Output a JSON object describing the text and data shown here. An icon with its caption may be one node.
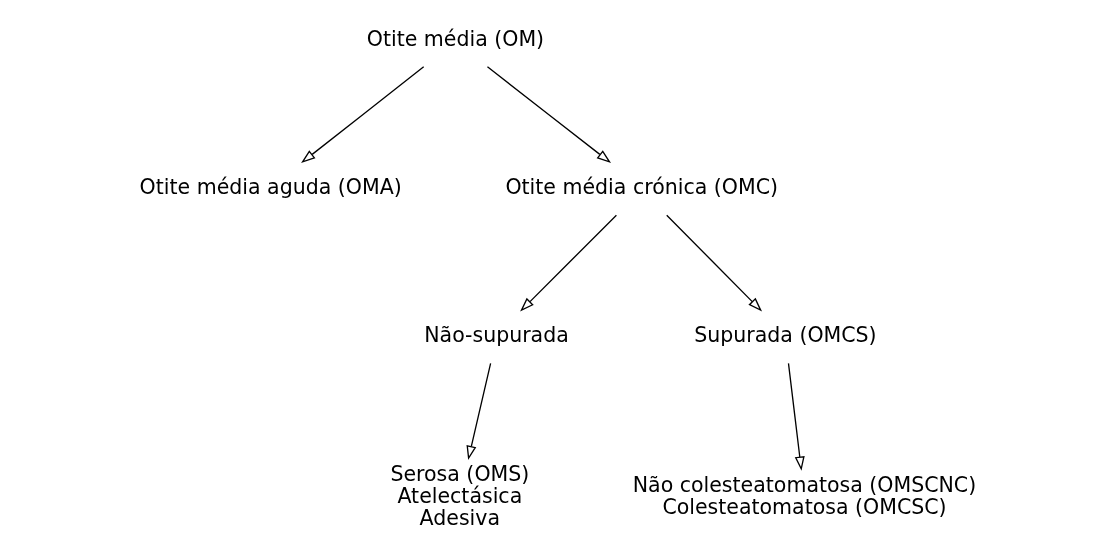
{
  "diagram": {
    "nodes": [
      {
        "text": [
          "Otite média (OM)"
        ]
      },
      {
        "text": [
          "Otite média aguda (OMA)"
        ]
      },
      {
        "text": [
          "Otite média crónica (OMC)"
        ]
      },
      {
        "text": [
          "Não-supurada"
        ]
      },
      {
        "text": [
          "Supurada (OMCS)"
        ]
      },
      {
        "text": [
          "Serosa (OMS)",
          "Atelectásica",
          "Adesiva"
        ]
      },
      {
        "text": [
          "Não colesteatomatosa (OMSCNC)",
          "Colesteatomatosa (OMCSC)"
        ]
      }
    ],
    "edges": [
      {
        "from": 0,
        "to": 1,
        "arrow": "to"
      },
      {
        "from": 0,
        "to": 2,
        "arrow": "to"
      },
      {
        "from": 2,
        "to": 3,
        "arrow": "to"
      },
      {
        "from": 2,
        "to": 4,
        "arrow": "to"
      },
      {
        "from": 3,
        "to": 5,
        "arrow": "to"
      },
      {
        "from": 4,
        "to": 6,
        "arrow": "to"
      }
    ]
  }
}
